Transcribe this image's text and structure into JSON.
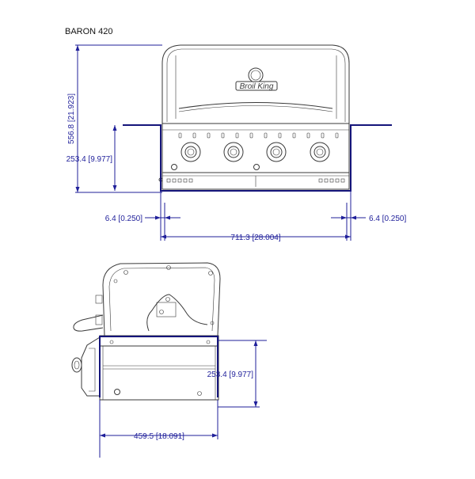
{
  "title": "BARON 420",
  "brand_badge": "Broil King",
  "colors": {
    "drawing_line": "#3a3a3a",
    "dimension_line": "#1f1f9a",
    "cutout_line": "#15157a",
    "background": "#ffffff"
  },
  "dimensions": {
    "front_total_height": "556.8 [21.923]",
    "front_cutout_height": "253.4 [9.977]",
    "front_left_gap": "6.4 [0.250]",
    "front_right_gap": "6.4 [0.250]",
    "front_width": "711.3 [28.004]",
    "side_cutout_height": "253.4 [9.977]",
    "side_depth": "459.5 [18.091]"
  }
}
